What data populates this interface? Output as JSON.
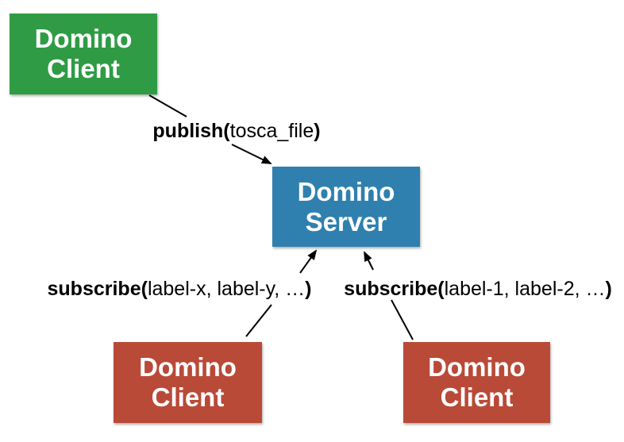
{
  "canvas": {
    "background": "#ffffff",
    "arrow_color": "#000000"
  },
  "nodes": {
    "publisher": {
      "label": "Domino\nClient",
      "color": "#2F9C45"
    },
    "server": {
      "label": "Domino\nServer",
      "color": "#2F80AE"
    },
    "subscriber_left": {
      "label": "Domino\nClient",
      "color": "#B94A38"
    },
    "subscriber_right": {
      "label": "Domino\nClient",
      "color": "#B94A38"
    }
  },
  "labels": {
    "publish": {
      "prefix": "publish(",
      "args": "tosca_file",
      "suffix": ")"
    },
    "subscribe_left": {
      "prefix": "subscribe(",
      "args": "label-x, label-y, …",
      "suffix": ")"
    },
    "subscribe_right": {
      "prefix": "subscribe(",
      "args": "label-1, label-2, …",
      "suffix": ")"
    }
  }
}
